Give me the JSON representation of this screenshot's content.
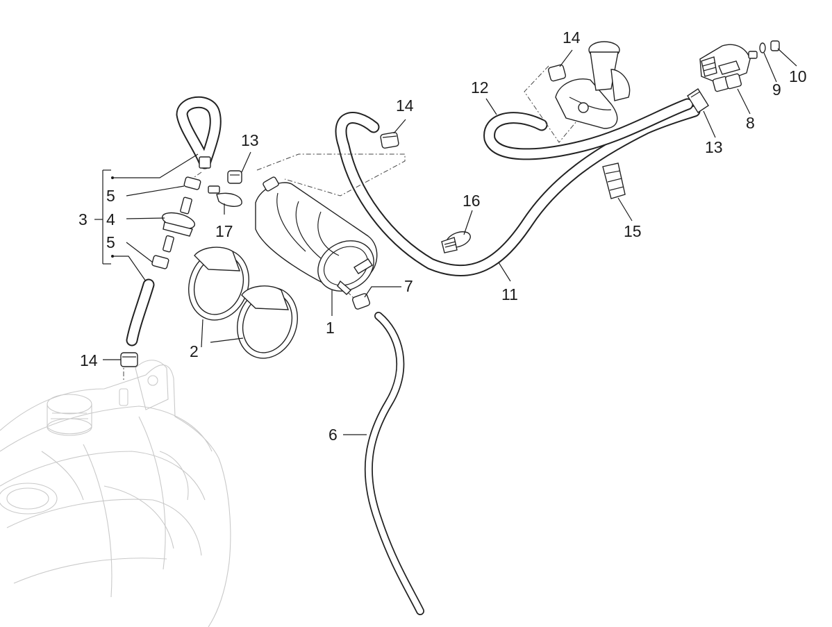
{
  "callouts": [
    {
      "id": "c1",
      "text": "1"
    },
    {
      "id": "c2",
      "text": "2"
    },
    {
      "id": "c3",
      "text": "3"
    },
    {
      "id": "c4",
      "text": "4"
    },
    {
      "id": "c5a",
      "text": "5"
    },
    {
      "id": "c5b",
      "text": "5"
    },
    {
      "id": "c6",
      "text": "6"
    },
    {
      "id": "c7",
      "text": "7"
    },
    {
      "id": "c8",
      "text": "8"
    },
    {
      "id": "c9",
      "text": "9"
    },
    {
      "id": "c10",
      "text": "10"
    },
    {
      "id": "c11",
      "text": "11"
    },
    {
      "id": "c12",
      "text": "12"
    },
    {
      "id": "c13a",
      "text": "13"
    },
    {
      "id": "c13b",
      "text": "13"
    },
    {
      "id": "c14a",
      "text": "14"
    },
    {
      "id": "c14b",
      "text": "14"
    },
    {
      "id": "c14c",
      "text": "14"
    },
    {
      "id": "c15",
      "text": "15"
    },
    {
      "id": "c16",
      "text": "16"
    },
    {
      "id": "c17",
      "text": "17"
    }
  ]
}
